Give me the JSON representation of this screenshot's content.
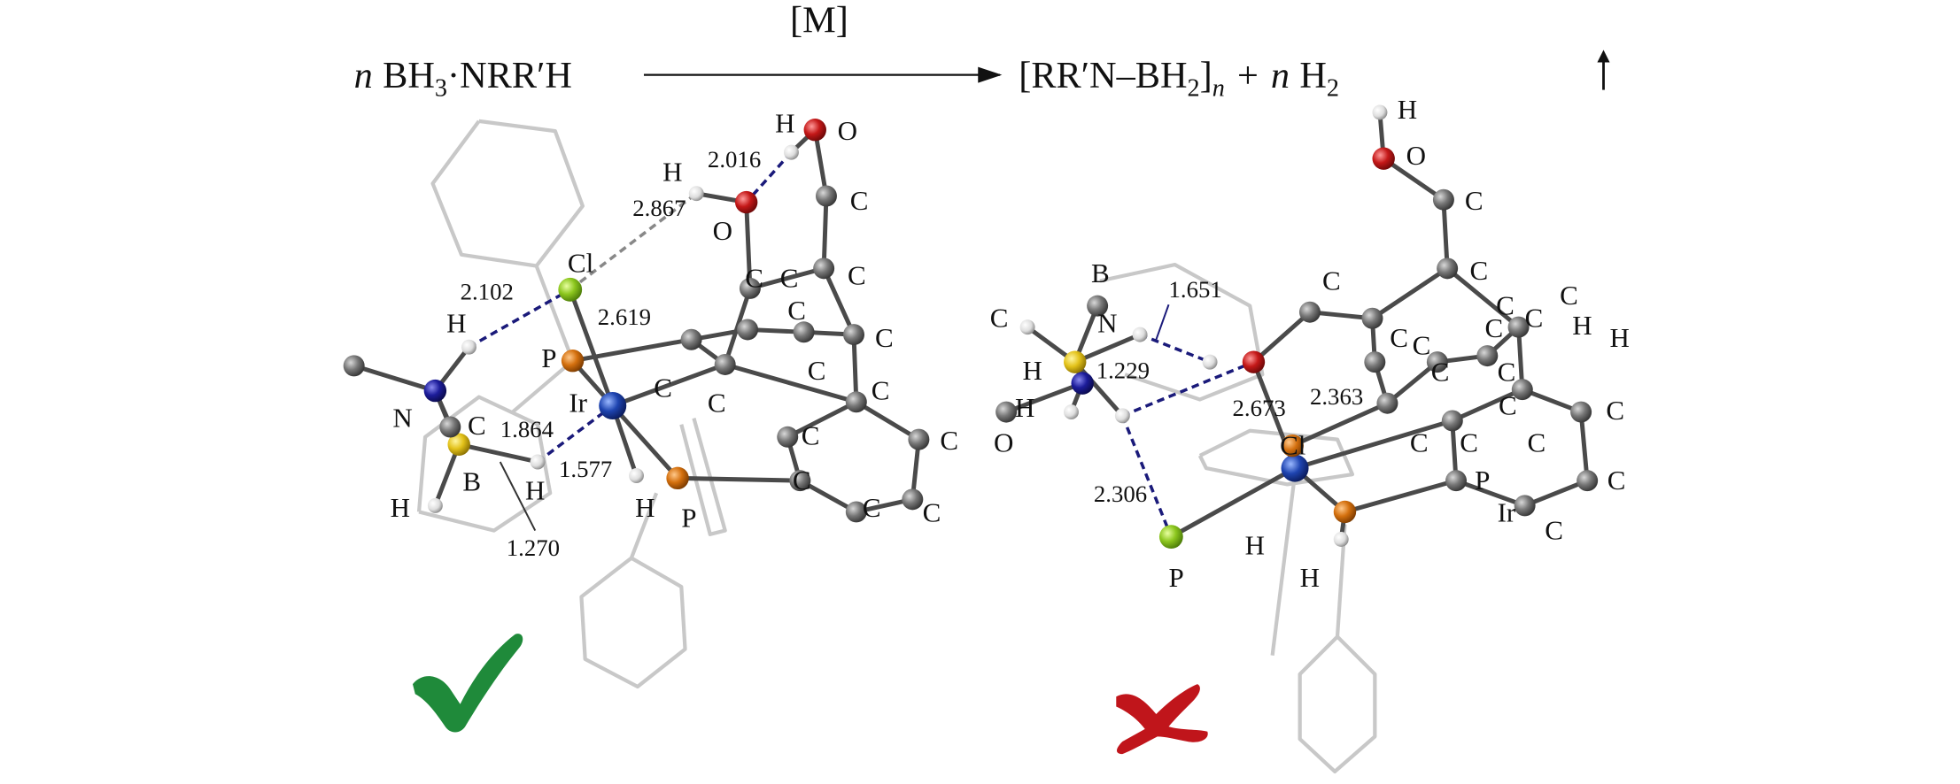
{
  "equation": {
    "reactant_coef": "n",
    "reactant": "BH",
    "reactant_sub": "3",
    "reactant_rest": "·NRR′H",
    "catalyst": "[M]",
    "product_open": "[RR′N–BH",
    "product_sub": "2",
    "product_close": "]",
    "product_n": "n",
    "plus": "+",
    "h2_coef": "n",
    "h2": "H",
    "h2_sub": "2"
  },
  "left_structure": {
    "verdict_icon": "check-mark-icon",
    "atom_labels": [
      "H",
      "O",
      "H",
      "O",
      "C",
      "C",
      "C",
      "C",
      "C",
      "Cl",
      "C",
      "C",
      "C",
      "C",
      "C",
      "C",
      "C",
      "C",
      "C",
      "C",
      "P",
      "Ir",
      "C",
      "N",
      "H",
      "B",
      "H",
      "H",
      "H",
      "P"
    ],
    "distances": [
      "2.016",
      "2.867",
      "2.102",
      "2.619",
      "1.864",
      "1.577",
      "1.270"
    ]
  },
  "right_structure": {
    "verdict_icon": "cross-mark-icon",
    "atom_labels": [
      "H",
      "O",
      "C",
      "C",
      "C",
      "C",
      "H",
      "H",
      "B",
      "N",
      "C",
      "H",
      "H",
      "O",
      "C",
      "C",
      "C",
      "C",
      "C",
      "C",
      "C",
      "C",
      "C",
      "C",
      "C",
      "C",
      "C",
      "C",
      "P",
      "Ir",
      "Cl",
      "H",
      "P",
      "H"
    ],
    "distances": [
      "1.651",
      "1.229",
      "2.673",
      "2.363",
      "2.306"
    ]
  },
  "colors": {
    "check": "#1f8a3a",
    "cross": "#c0151b",
    "hbond": "#1a1a7a",
    "weak_bond": "#888888"
  }
}
